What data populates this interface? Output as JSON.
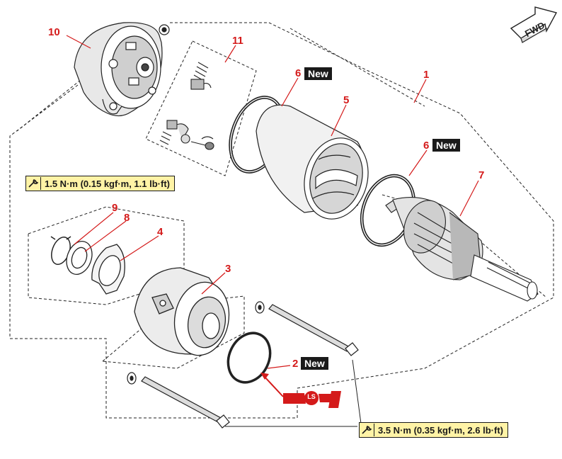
{
  "fwd_label": "FWD",
  "callouts": {
    "c1": "1",
    "c2": "2",
    "c3": "3",
    "c4": "4",
    "c5": "5",
    "c6a": "6",
    "c6b": "6",
    "c7": "7",
    "c8": "8",
    "c9": "9",
    "c10": "10",
    "c11": "11"
  },
  "new_badge": "New",
  "torque": {
    "upper": "1.5 N·m (0.15 kgf·m, 1.1 lb·ft)",
    "lower": "3.5 N·m (0.35 kgf·m, 2.6 lb·ft)"
  },
  "ls_label": "LS",
  "colors": {
    "callout_red": "#d41a1a",
    "badge_black": "#1a1a1a",
    "torque_fill": "#fff3a6",
    "line": "#222222"
  },
  "icons": [
    "fwd-arrow-icon",
    "torque-wrench-icon",
    "ls-grease-icon"
  ]
}
